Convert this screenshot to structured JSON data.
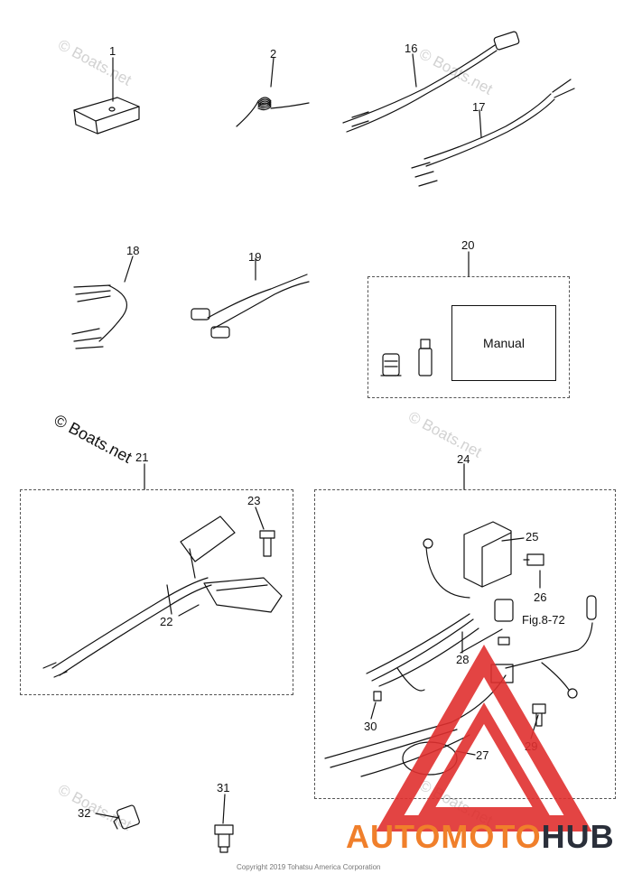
{
  "parts": {
    "p1": "1",
    "p2": "2",
    "p16": "16",
    "p17": "17",
    "p18": "18",
    "p19": "19",
    "p20": "20",
    "p21": "21",
    "p22": "22",
    "p23": "23",
    "p24": "24",
    "p25": "25",
    "p26": "26",
    "p27": "27",
    "p28": "28",
    "p29": "29",
    "p30": "30",
    "p31": "31",
    "p32": "32"
  },
  "fig_ref": "Fig.8-72",
  "manual_label": "Manual",
  "watermark": "© Boats.net",
  "copyright": "Copyright 2019 Tohatsu America Corporation",
  "logo": {
    "part1": "AUTOMOTO",
    "part2": "HUB",
    "color1": "#f07f2b",
    "color2": "#2a2f3a",
    "triangle_color": "#e0302f"
  }
}
